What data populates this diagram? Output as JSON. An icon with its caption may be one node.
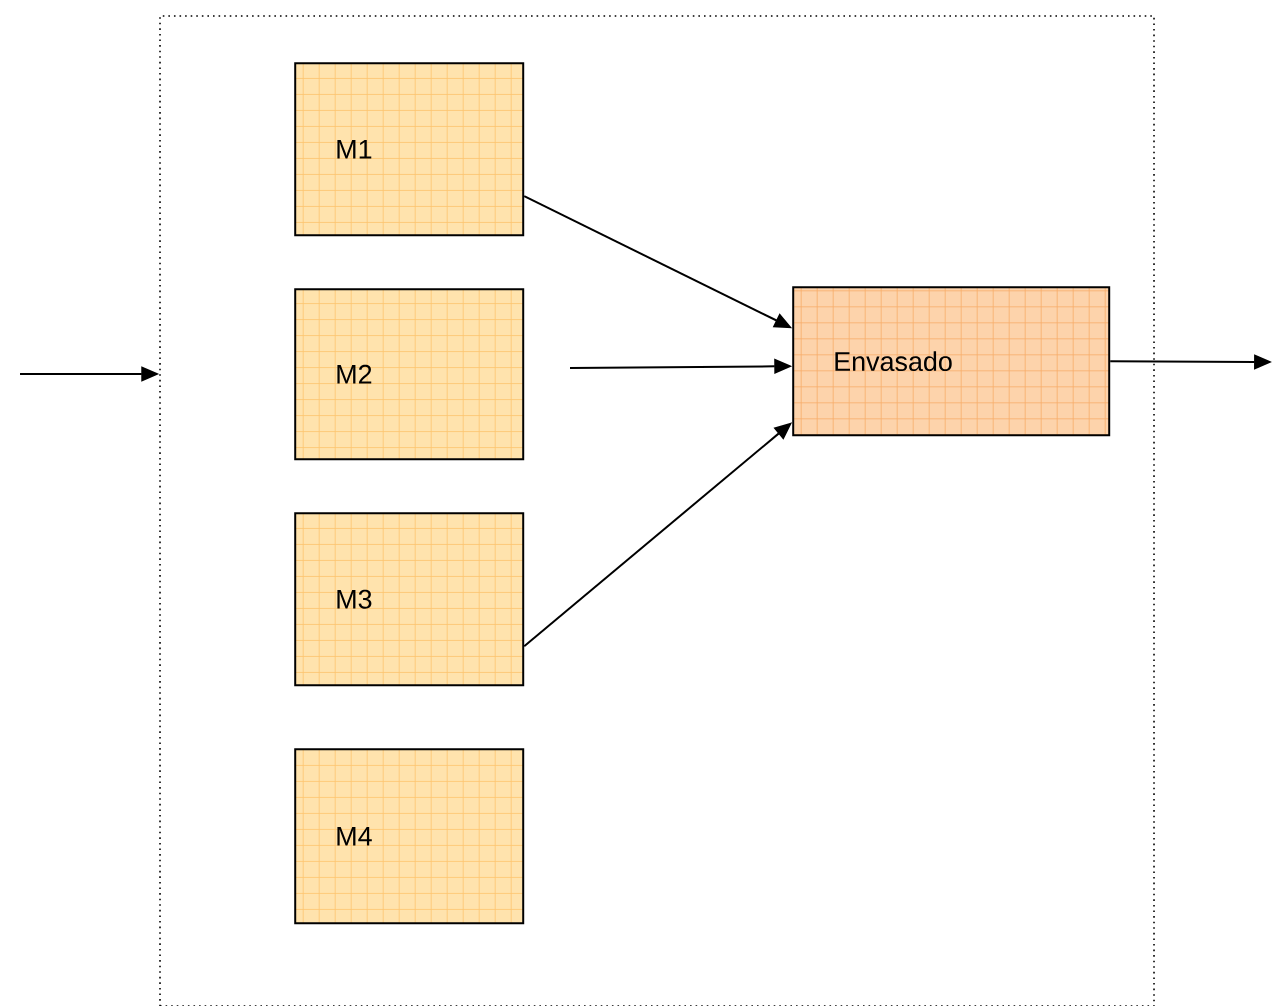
{
  "diagram": {
    "nodes": [
      {
        "text": [],
        "shape": "box"
      },
      {
        "text": [
          "M1"
        ],
        "in": 0
      },
      {
        "text": [
          "M2"
        ],
        "in": 0
      },
      {
        "text": [
          "M3"
        ],
        "in": 0
      },
      {
        "text": [
          "M4"
        ],
        "in": 0
      },
      {
        "text": [
          "Envasado"
        ],
        "in": 0
      }
    ],
    "edges": [
      {
        "from": null,
        "to": 0,
        "arrow": "to"
      },
      {
        "from": 1,
        "to": 5,
        "arrow": "to"
      },
      {
        "from": null,
        "to": 5,
        "arrow": "to"
      },
      {
        "from": 3,
        "to": 5,
        "arrow": "to"
      },
      {
        "from": 5,
        "to": null,
        "arrow": "to"
      }
    ]
  }
}
